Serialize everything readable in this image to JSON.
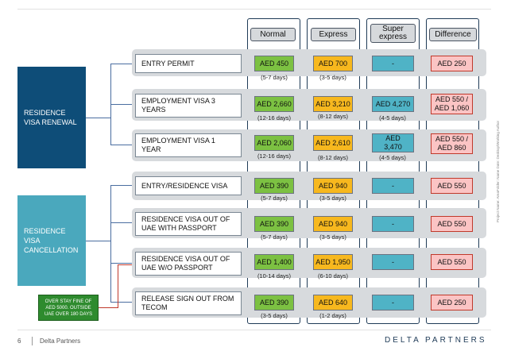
{
  "columns": {
    "normal": "Normal",
    "express": "Express",
    "super": "Super\nexpress",
    "difference": "Difference"
  },
  "categories": {
    "renewal": "RESIDENCE\nVISA RENEWAL",
    "cancellation": "RESIDENCE\nVISA\nCANCELLATION"
  },
  "overstay_note": "OVER STAY FINE OF AED 5000. OUTSIDE UAE OVER 180 DAYS",
  "rows": [
    {
      "label": "ENTRY PERMIT",
      "normal": "AED 450",
      "normal_days": "(5-7 days)",
      "express": "AED 700",
      "express_days": "(3-5 days)",
      "super": "-",
      "super_days": "",
      "difference": "AED 250"
    },
    {
      "label": "EMPLOYMENT VISA 3\nYEARS",
      "normal": "AED 2,660",
      "normal_days": "(12-16 days)",
      "express": "AED 3,210",
      "express_days": "(8-12 days)",
      "super": "AED 4,270",
      "super_days": "(4-5 days)",
      "difference": "AED 550 /\nAED 1,060"
    },
    {
      "label": "EMPLOYMENT VISA 1\nYEAR",
      "normal": "AED 2,060",
      "normal_days": "(12-16 days)",
      "express": "AED 2,610",
      "express_days": "(8-12 days)",
      "super": "AED\n3,470",
      "super_days": "(4-5 days)",
      "difference": "AED 550 /\nAED 860"
    },
    {
      "label": "ENTRY/RESIDENCE VISA",
      "normal": "AED 390",
      "normal_days": "(5-7 days)",
      "express": "AED 940",
      "express_days": "(3-5 days)",
      "super": "-",
      "super_days": "",
      "difference": "AED 550"
    },
    {
      "label": "RESIDENCE VISA OUT OF\nUAE WITH PASSPORT",
      "normal": "AED 390",
      "normal_days": "(5-7 days)",
      "express": "AED 940",
      "express_days": "(3-5 days)",
      "super": "-",
      "super_days": "",
      "difference": "AED 550"
    },
    {
      "label": "RESIDENCE VISA OUT OF\nUAE W/O PASSPORT",
      "normal": "AED 1,400",
      "normal_days": "(10-14 days)",
      "express": "AED 1,950",
      "express_days": "(6-10 days)",
      "super": "-",
      "super_days": "",
      "difference": "AED 550"
    },
    {
      "label": "RELEASE SIGN OUT FROM\nTECOM",
      "normal": "AED 390",
      "normal_days": "(3-5 days)",
      "express": "AED 640",
      "express_days": "(1-2 days)",
      "super": "-",
      "super_days": "",
      "difference": "AED 250"
    }
  ],
  "footer": {
    "page_number": "6",
    "company": "Delta Partners",
    "logo": "DELTA PARTNERS",
    "side_note": "Project Name: AreaFolder: Name Date: Desktop/Working Author"
  },
  "colors": {
    "navy": "#0e4d78",
    "teal": "#4aa8bd",
    "normal": "#7cc142",
    "express": "#f7b81e",
    "super": "#4fb3c6",
    "difference": "#fbc4c4",
    "overstay": "#2e8b2e",
    "red_line": "#c0392b"
  }
}
